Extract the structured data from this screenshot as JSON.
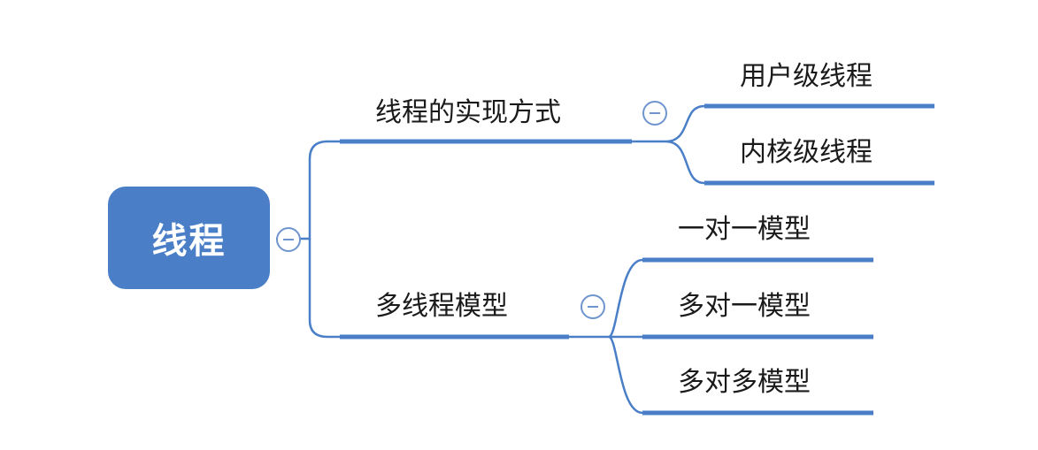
{
  "root": {
    "label": "线程"
  },
  "branches": [
    {
      "label": "线程的实现方式",
      "children": [
        {
          "label": "用户级线程"
        },
        {
          "label": "内核级线程"
        }
      ]
    },
    {
      "label": "多线程模型",
      "children": [
        {
          "label": "一对一模型"
        },
        {
          "label": "多对一模型"
        },
        {
          "label": "多对多模型"
        }
      ]
    }
  ],
  "colors": {
    "root_fill": "#4a7fc8",
    "connector": "#4a7fc8",
    "underline": "#4a7fc8",
    "collapse_toggle": "#6f95cf",
    "text": "#1a1a1a"
  },
  "icons": {
    "collapse_toggle": "minus-circle-icon"
  }
}
